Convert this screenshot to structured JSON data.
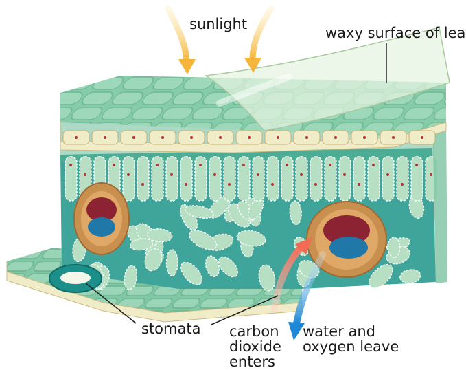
{
  "labels": {
    "sunlight": "sunlight",
    "waxy_surface": "waxy surface of leaf",
    "stomata": "stomata",
    "carbon_dioxide": [
      "carbon",
      "dioxide",
      "enters"
    ],
    "water_oxygen": [
      "water and",
      "oxygen leave"
    ]
  },
  "colors": {
    "epidermis": "#8fd0b0",
    "cell_wall": "#f1ecc8",
    "palisade": "#b7dfc3",
    "spongy_bg": "#3fa49a",
    "xylem": "#8b2333",
    "phloem": "#1f78a8",
    "bundle_sheath": "#c98f4f",
    "sun_arrow": "#f4b53a",
    "co2_arrow": "#f47b63",
    "water_arrow": "#2e8fd6"
  },
  "icons": {
    "sun_arrows": "curved-down-arrow",
    "co2_arrow": "up-arrow",
    "water_arrow": "down-arrow"
  }
}
